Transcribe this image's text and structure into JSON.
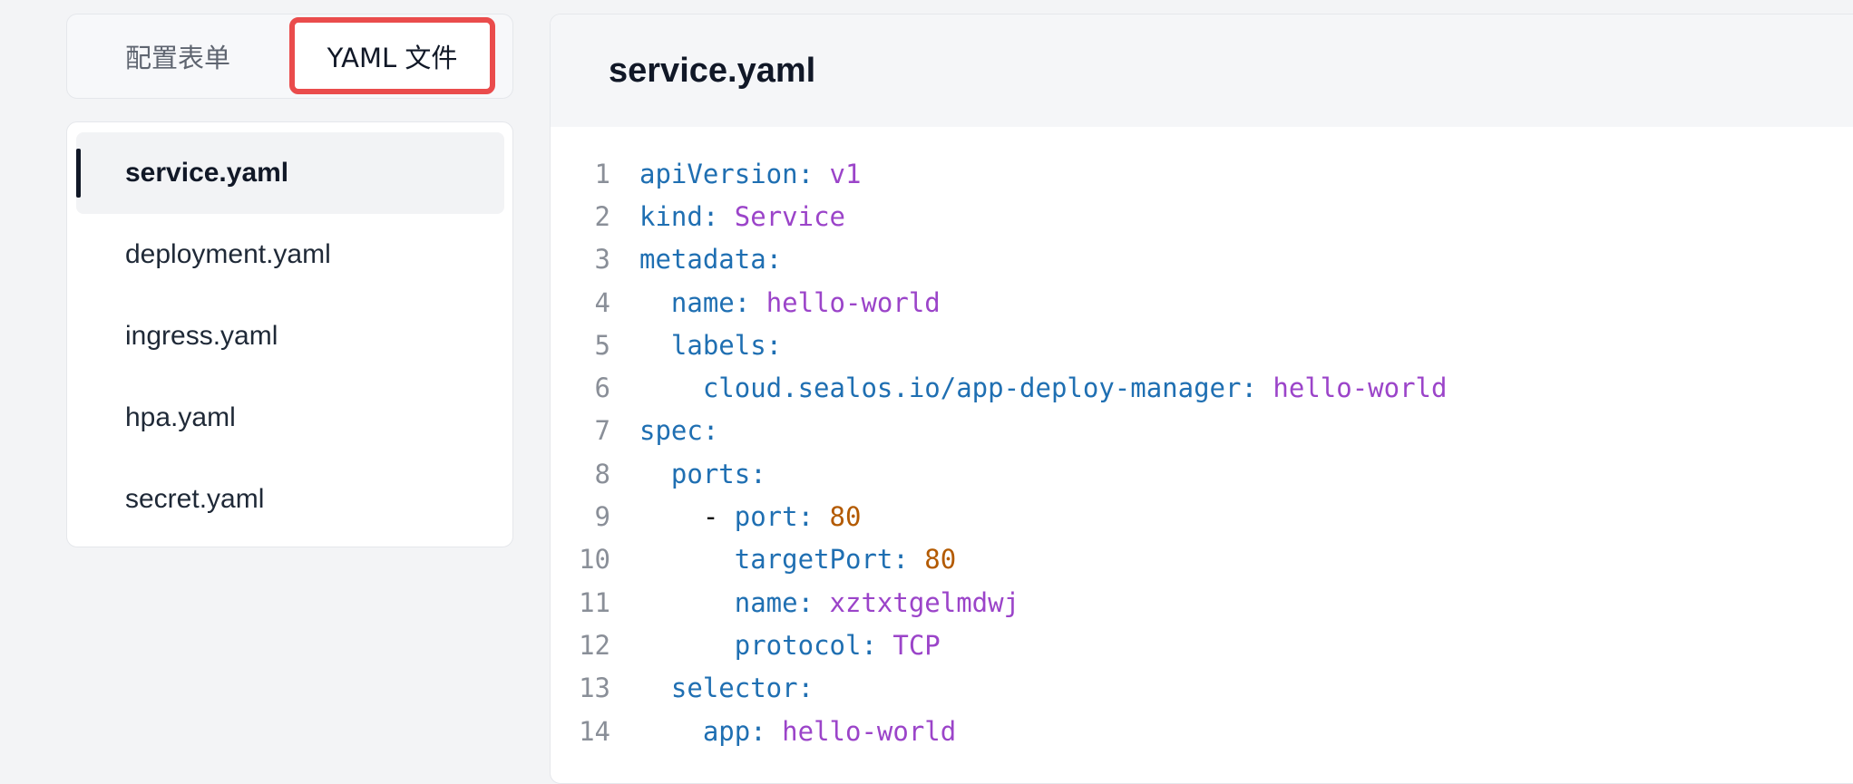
{
  "tabs": {
    "form_label": "配置表单",
    "yaml_label": "YAML 文件"
  },
  "files": [
    {
      "name": "service.yaml",
      "active": true
    },
    {
      "name": "deployment.yaml",
      "active": false
    },
    {
      "name": "ingress.yaml",
      "active": false
    },
    {
      "name": "hpa.yaml",
      "active": false
    },
    {
      "name": "secret.yaml",
      "active": false
    }
  ],
  "editor": {
    "title": "service.yaml",
    "lines": [
      {
        "n": "1",
        "indent": "",
        "key": "apiVersion:",
        "value": " v1",
        "vtype": "str"
      },
      {
        "n": "2",
        "indent": "",
        "key": "kind:",
        "value": " Service",
        "vtype": "str"
      },
      {
        "n": "3",
        "indent": "",
        "key": "metadata:",
        "value": "",
        "vtype": "str"
      },
      {
        "n": "4",
        "indent": "  ",
        "key": "name:",
        "value": " hello-world",
        "vtype": "str"
      },
      {
        "n": "5",
        "indent": "  ",
        "key": "labels:",
        "value": "",
        "vtype": "str"
      },
      {
        "n": "6",
        "indent": "    ",
        "key": "cloud.sealos.io/app-deploy-manager:",
        "value": " hello-world",
        "vtype": "str"
      },
      {
        "n": "7",
        "indent": "",
        "key": "spec:",
        "value": "",
        "vtype": "str"
      },
      {
        "n": "8",
        "indent": "  ",
        "key": "ports:",
        "value": "",
        "vtype": "str"
      },
      {
        "n": "9",
        "indent": "    - ",
        "key": "port:",
        "value": " 80",
        "vtype": "num"
      },
      {
        "n": "10",
        "indent": "      ",
        "key": "targetPort:",
        "value": " 80",
        "vtype": "num"
      },
      {
        "n": "11",
        "indent": "      ",
        "key": "name:",
        "value": " xztxtgelmdwj",
        "vtype": "str"
      },
      {
        "n": "12",
        "indent": "      ",
        "key": "protocol:",
        "value": " TCP",
        "vtype": "str"
      },
      {
        "n": "13",
        "indent": "  ",
        "key": "selector:",
        "value": "",
        "vtype": "str"
      },
      {
        "n": "14",
        "indent": "    ",
        "key": "app:",
        "value": " hello-world",
        "vtype": "str"
      }
    ]
  },
  "colors": {
    "key": "#1f6fb2",
    "string": "#9b44c9",
    "number": "#b35a00",
    "highlight_border": "#ea4c4c"
  }
}
